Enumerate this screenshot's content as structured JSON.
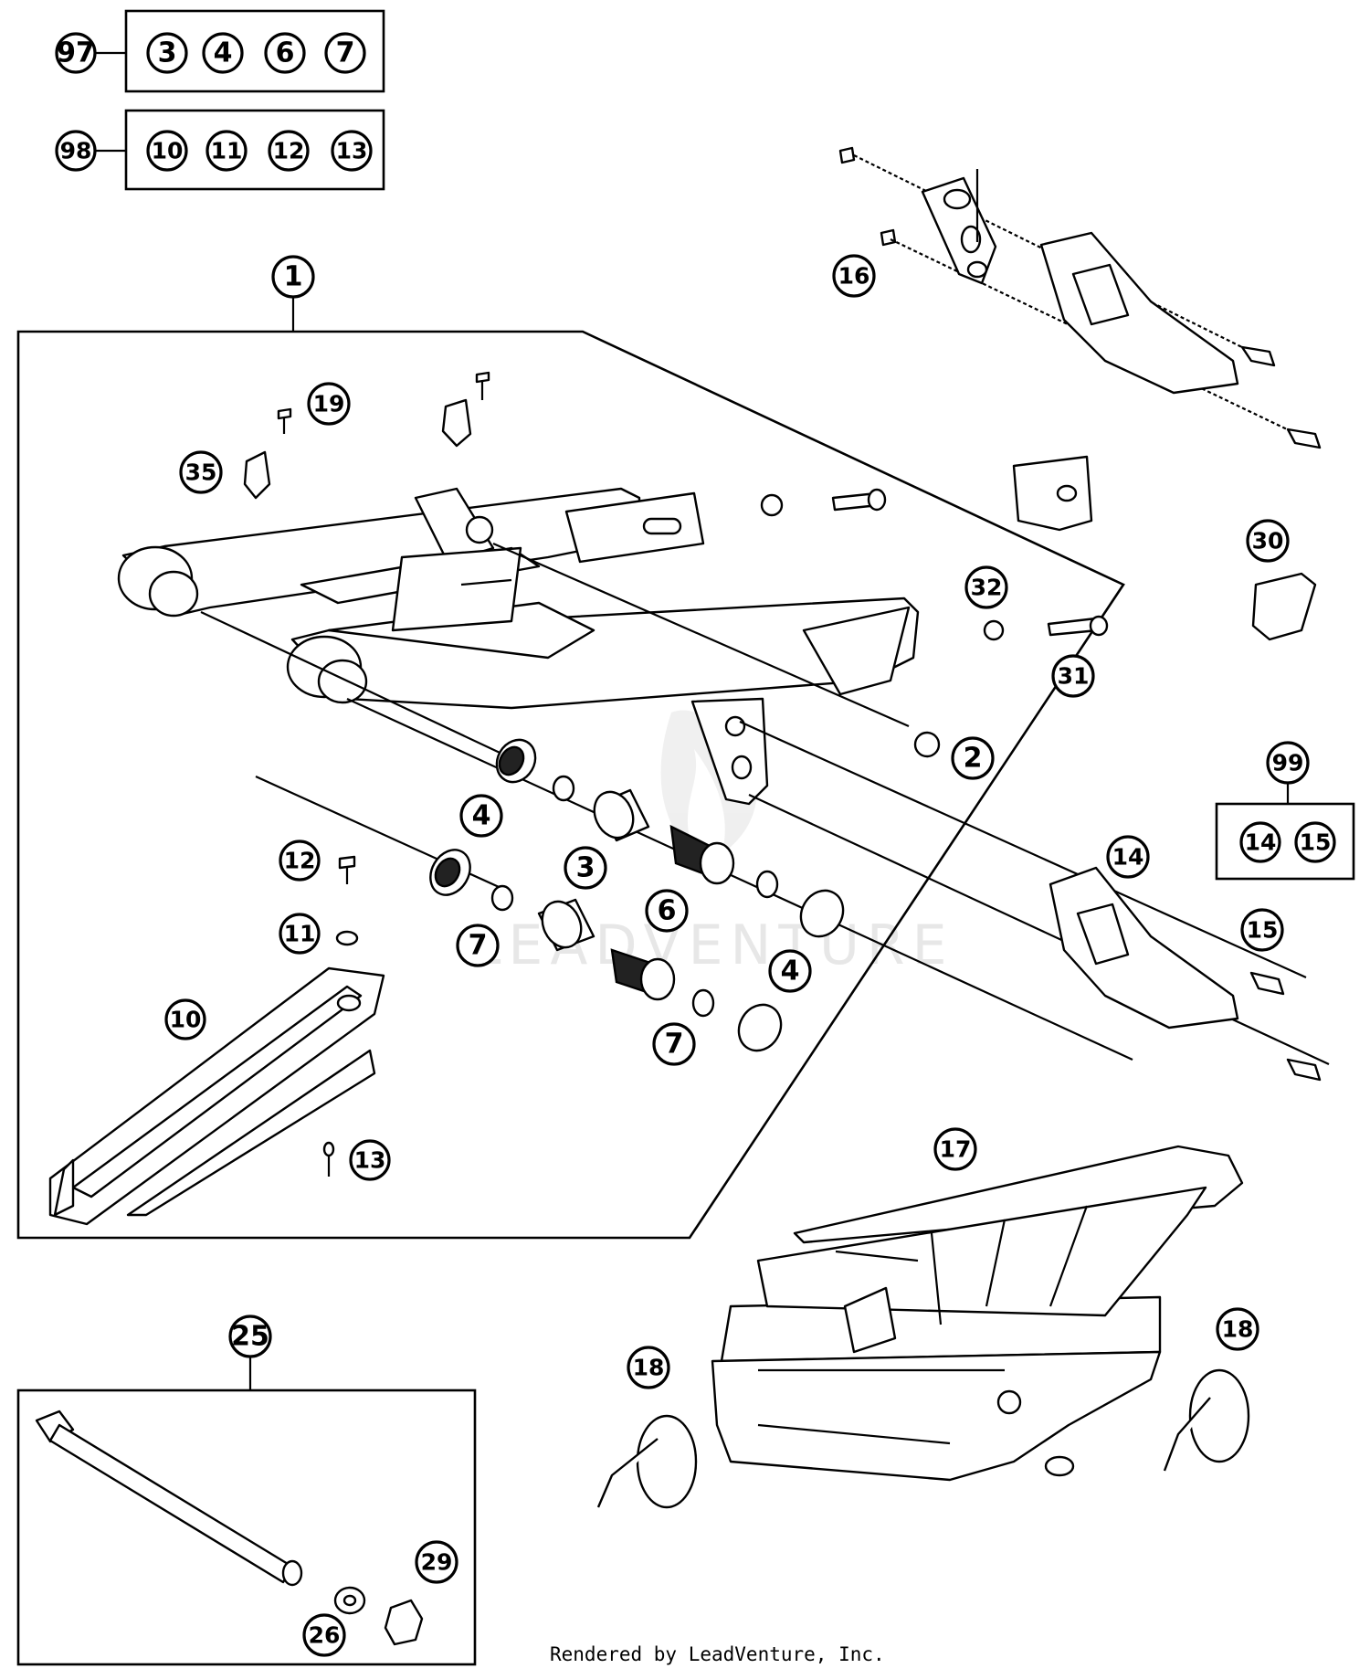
{
  "diagram": {
    "kit_97": {
      "label": "97",
      "contents": [
        "3",
        "4",
        "6",
        "7"
      ]
    },
    "kit_98": {
      "label": "98",
      "contents": [
        "10",
        "11",
        "12",
        "13"
      ]
    },
    "kit_99": {
      "label": "99",
      "contents": [
        "14",
        "15"
      ]
    },
    "assembly_1": {
      "label": "1"
    },
    "assembly_25": {
      "label": "25"
    },
    "callouts": {
      "p2": "2",
      "p3": "3",
      "p4a": "4",
      "p4b": "4",
      "p6": "6",
      "p7a": "7",
      "p7b": "7",
      "p10": "10",
      "p11": "11",
      "p12": "12",
      "p13": "13",
      "p14": "14",
      "p15": "15",
      "p16": "16",
      "p17": "17",
      "p18a": "18",
      "p18b": "18",
      "p19": "19",
      "p26": "26",
      "p29": "29",
      "p30": "30",
      "p31": "31",
      "p32": "32",
      "p35": "35"
    },
    "watermark": "LEADVENTURE",
    "footer": "Rendered by LeadVenture, Inc."
  }
}
